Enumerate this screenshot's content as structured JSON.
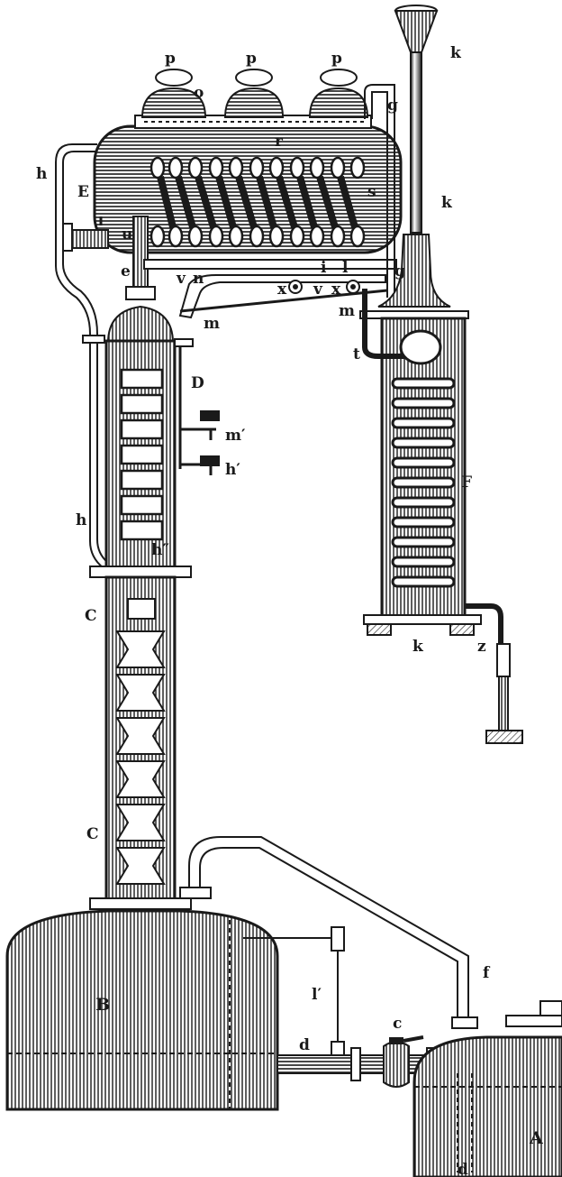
{
  "diagram": {
    "labels": {
      "p1": "p",
      "p2": "p",
      "p3": "p",
      "o": "o",
      "g_top": "g",
      "k_top": "k",
      "r": "r",
      "h_top": "h",
      "E": "E",
      "s": "s",
      "k_mid": "k",
      "u": "u",
      "e": "e",
      "v_left": "v",
      "n": "n",
      "i": "i",
      "l": "l",
      "g_mid": "g",
      "x_left": "x",
      "v_mid": "v",
      "x_right": "x",
      "m_left": "m",
      "m_right": "m",
      "t": "t",
      "D": "D",
      "m_prime": "m′",
      "h_prime": "h′",
      "F": "F",
      "h_mid": "h",
      "h_dprime": "h″",
      "C_upper": "C",
      "k_bottom": "k",
      "z": "z",
      "C_lower": "C",
      "f": "f",
      "B": "B",
      "l_prime": "l′",
      "c": "c",
      "d_mid": "d",
      "A": "A",
      "d_bottom": "d"
    },
    "colors": {
      "ink": "#1a1a1a",
      "paper": "#ffffff",
      "shade": "#3a3a3a"
    }
  }
}
